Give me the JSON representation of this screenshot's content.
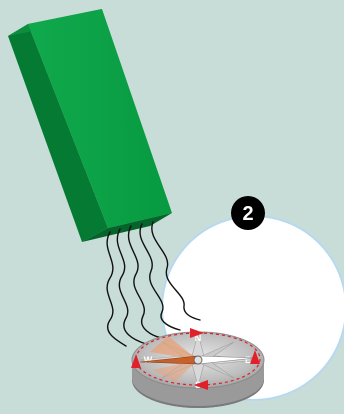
{
  "colors": {
    "background": "#c9ddd8",
    "magnet_front": "#0aa045",
    "magnet_side": "#057a33",
    "magnet_end": "#046429",
    "circle_fill": "#ffffff",
    "circle_stroke": "#b7d9ef",
    "badge_fill": "#000000",
    "badge_text": "#ffffff",
    "field_line": "#111111",
    "compass_base": "#b6b6b6",
    "compass_side": "#858585",
    "needle_north": "#c8602a",
    "needle_south": "#ffffff",
    "arrow": "#e0202a"
  },
  "step_badge": {
    "number": "2"
  },
  "compass": {
    "rotation_direction": "clockwise",
    "directions": [
      "N",
      "E",
      "S",
      "W"
    ]
  },
  "field_lines": {
    "count": 5
  }
}
